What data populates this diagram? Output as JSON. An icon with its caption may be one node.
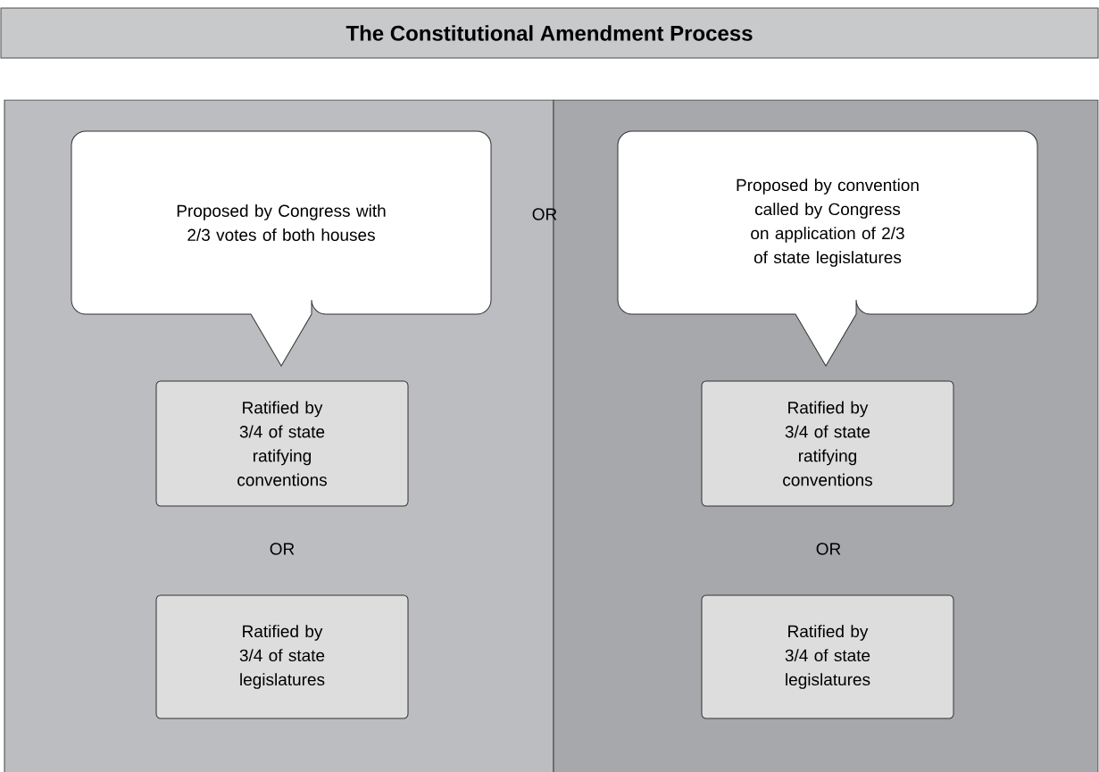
{
  "diagram": {
    "title": "The Constitutional Amendment Process",
    "nodes": [
      {
        "text": [],
        "shape": "box"
      },
      {
        "text": [
          "Proposed by Congress with 2/3 votes of both houses"
        ],
        "in": 0
      },
      {
        "text": [
          "Ratified by 3/4 of state ratifying conventions"
        ],
        "in": 0
      },
      {
        "text": [
          "Ratified by 3/4 of state legislatures"
        ],
        "in": 0
      },
      {
        "text": [],
        "shape": "box"
      },
      {
        "text": [
          "Proposed by convention called by Congress on application of 2/3 of state legislatures"
        ],
        "in": 4
      },
      {
        "text": [
          "Ratified by 3/4 of state ratifying conventions"
        ],
        "in": 4
      },
      {
        "text": [
          "Ratified by 3/4 of state legislatures"
        ],
        "in": 4
      }
    ],
    "edges": [],
    "labels": [
      "OR",
      "OR",
      "OR"
    ]
  }
}
